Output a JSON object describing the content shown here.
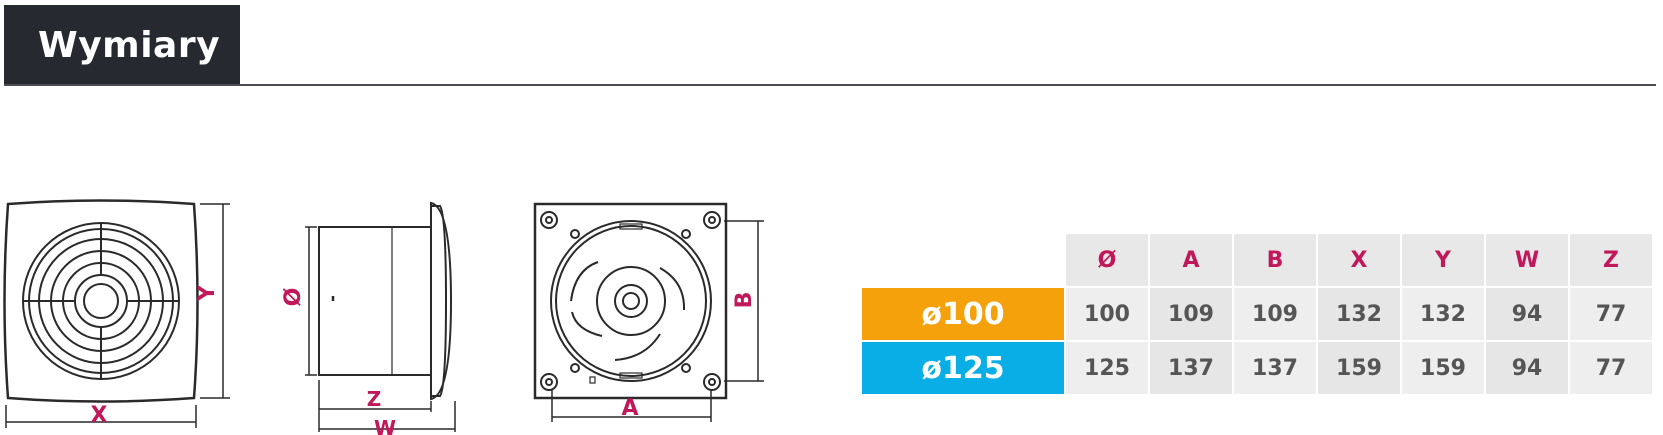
{
  "title": "Wymiary",
  "drawing_labels": {
    "front_x": "X",
    "front_y": "Y",
    "side_diameter": "Ø",
    "side_z": "Z",
    "side_w": "W",
    "back_a": "A",
    "back_b": "B"
  },
  "table": {
    "headers": [
      "Ø",
      "A",
      "B",
      "X",
      "Y",
      "W",
      "Z"
    ],
    "rows": [
      {
        "model": "ø100",
        "color": "#f4a10c",
        "values": [
          "100",
          "109",
          "109",
          "132",
          "132",
          "94",
          "77"
        ]
      },
      {
        "model": "ø125",
        "color": "#0aaee6",
        "values": [
          "125",
          "137",
          "137",
          "159",
          "159",
          "94",
          "77"
        ]
      }
    ]
  },
  "colors": {
    "title_bg": "#262a30",
    "dimension_accent": "#c0185a"
  }
}
